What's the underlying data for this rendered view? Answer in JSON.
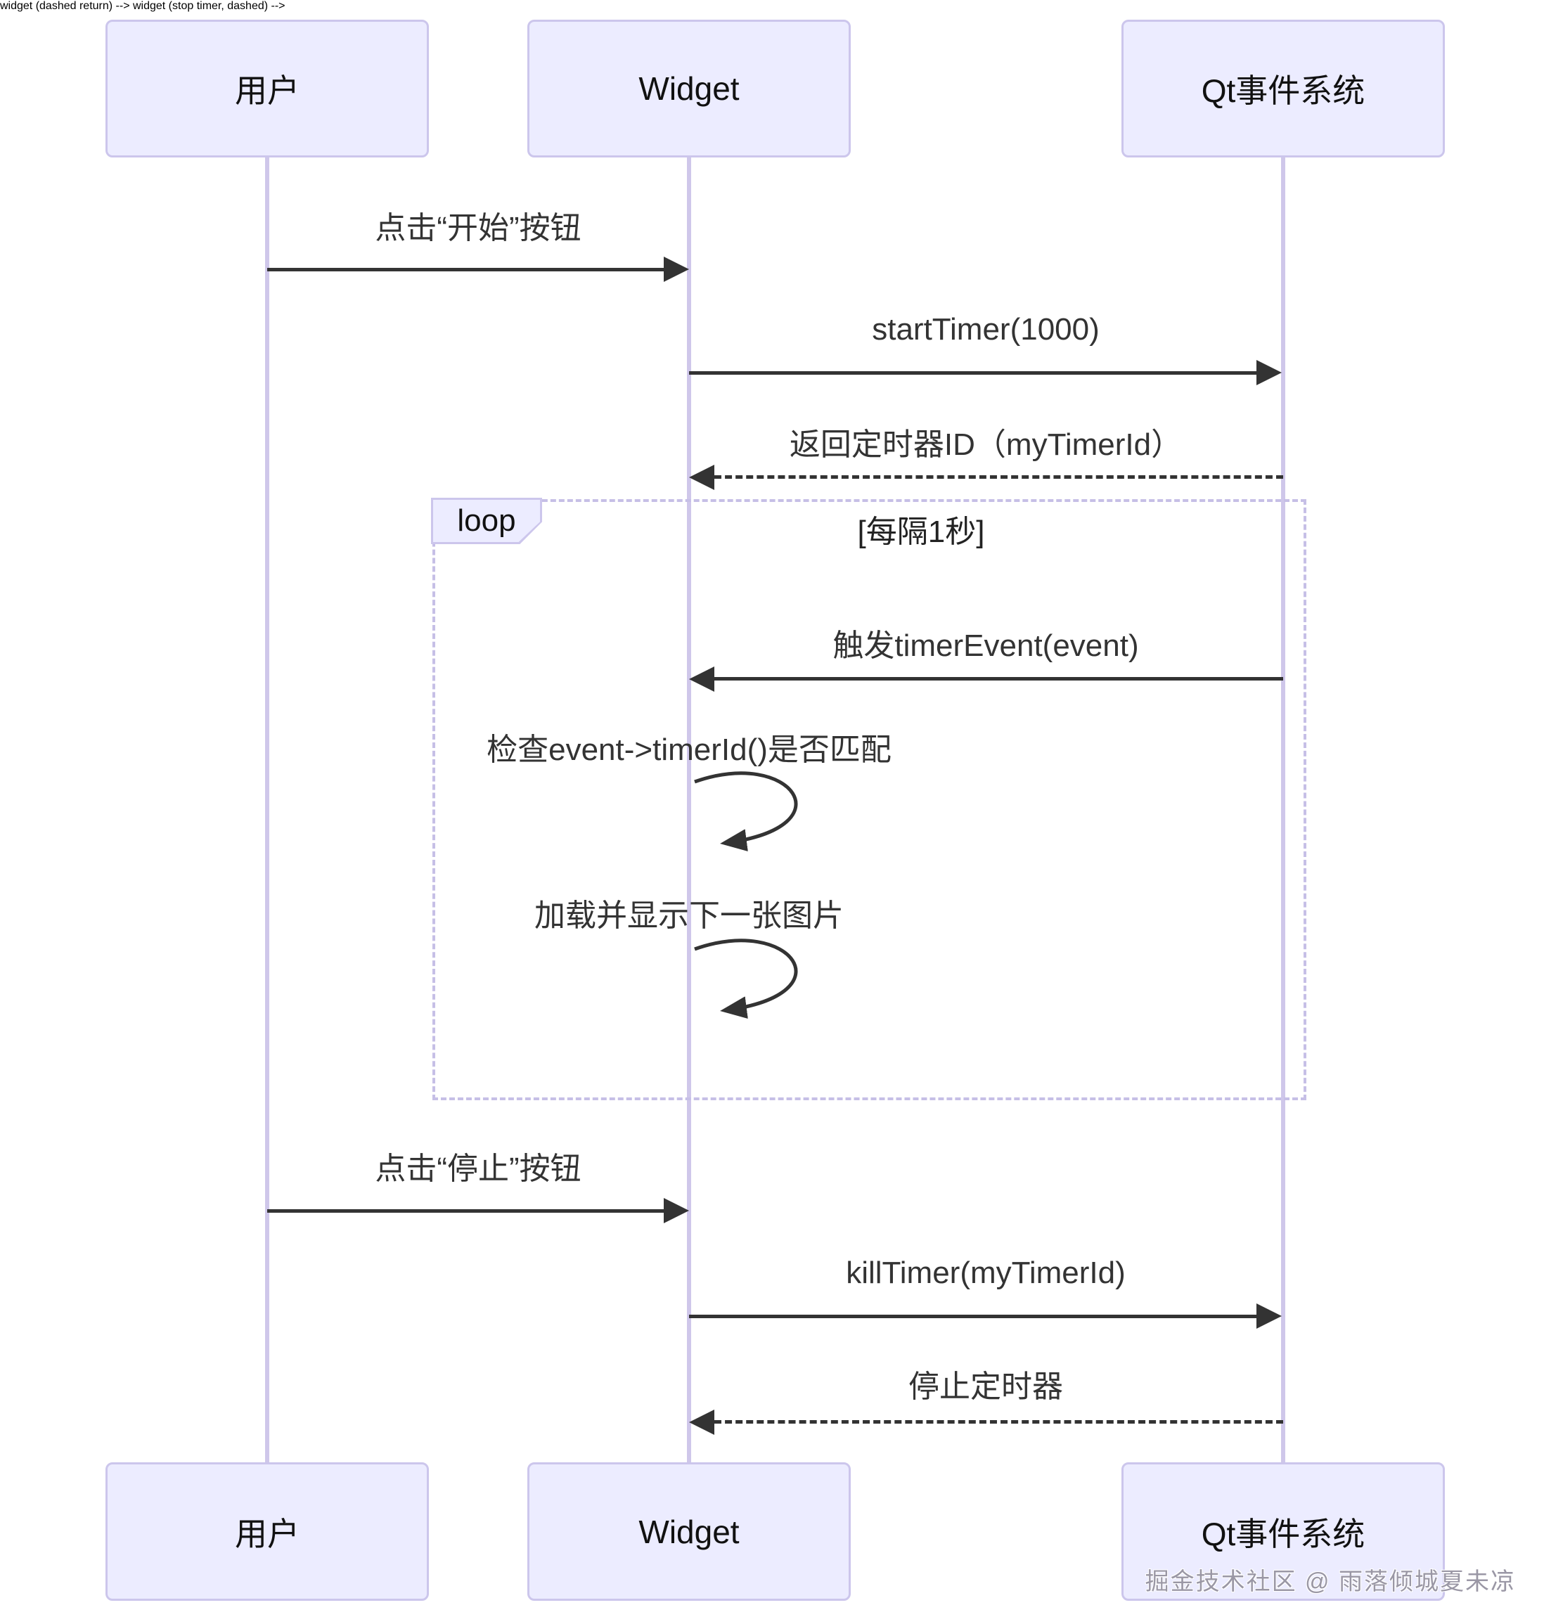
{
  "diagram": {
    "type": "sequence",
    "actors": [
      {
        "id": "user",
        "label": "用户"
      },
      {
        "id": "widget",
        "label": "Widget"
      },
      {
        "id": "qt",
        "label": "Qt事件系统"
      }
    ],
    "messages": [
      {
        "from": "用户",
        "to": "Widget",
        "text": "点击“开始”按钮",
        "style": "solid"
      },
      {
        "from": "Widget",
        "to": "Qt事件系统",
        "text": "startTimer(1000)",
        "style": "solid"
      },
      {
        "from": "Qt事件系统",
        "to": "Widget",
        "text": "返回定时器ID（myTimerId）",
        "style": "dashed"
      },
      {
        "from": "Qt事件系统",
        "to": "Widget",
        "text": "触发timerEvent(event)",
        "style": "solid",
        "in_loop": true
      },
      {
        "from": "Widget",
        "to": "Widget",
        "text": "检查event->timerId()是否匹配",
        "style": "self",
        "in_loop": true
      },
      {
        "from": "Widget",
        "to": "Widget",
        "text": "加载并显示下一张图片",
        "style": "self",
        "in_loop": true
      },
      {
        "from": "用户",
        "to": "Widget",
        "text": "点击“停止”按钮",
        "style": "solid"
      },
      {
        "from": "Widget",
        "to": "Qt事件系统",
        "text": "killTimer(myTimerId)",
        "style": "solid"
      },
      {
        "from": "Qt事件系统",
        "to": "Widget",
        "text": "停止定时器",
        "style": "dashed"
      }
    ],
    "loop": {
      "label": "loop",
      "condition": "[每隔1秒]"
    },
    "watermark": "掘金技术社区 @ 雨落倾城夏未凉",
    "colors": {
      "actor_fill": "#ECECFF",
      "actor_border": "#ccc6ec",
      "lifeline": "#cfc7ea",
      "arrow": "#333333",
      "loop_border": "#c6bfe6"
    }
  }
}
